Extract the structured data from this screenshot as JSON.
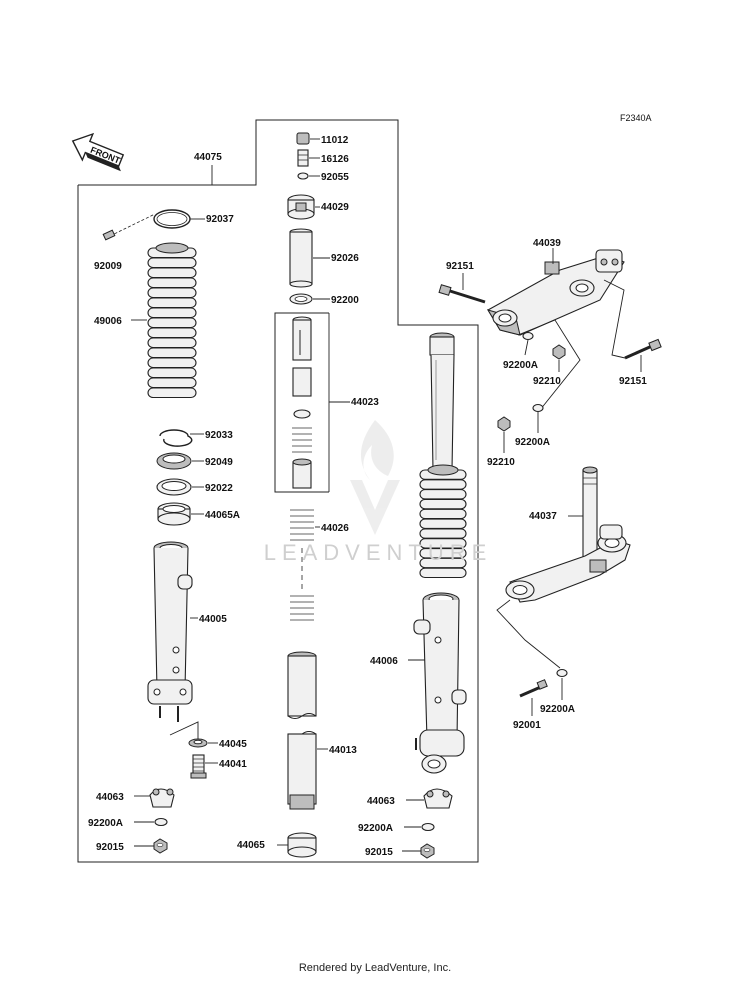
{
  "diagram_code": "F2340A",
  "front_label": "FRONT",
  "watermark": "LEADVENTURE",
  "footer": "Rendered by LeadVenture, Inc.",
  "labels": {
    "p44075": "44075",
    "p11012": "11012",
    "p16126": "16126",
    "p92055": "92055",
    "p44029": "44029",
    "p92026": "92026",
    "p92200": "92200",
    "p44023": "44023",
    "p44026": "44026",
    "p44013": "44013",
    "p44065": "44065",
    "p92037": "92037",
    "p92009": "92009",
    "p49006": "49006",
    "p92033": "92033",
    "p92049": "92049",
    "p92022": "92022",
    "p44065A": "44065A",
    "p44005": "44005",
    "p44045": "44045",
    "p44041": "44041",
    "p44063L": "44063",
    "p92200AL": "92200A",
    "p92015L": "92015",
    "p44006": "44006",
    "p44063R": "44063",
    "p92200AR": "92200A",
    "p92015R": "92015",
    "p44039": "44039",
    "p92151L": "92151",
    "p92151R": "92151",
    "p92200A_u": "92200A",
    "p92210_u": "92210",
    "p92200A_m": "92200A",
    "p92210_m": "92210",
    "p44037": "44037",
    "p92001": "92001",
    "p92200A_b": "92200A"
  }
}
